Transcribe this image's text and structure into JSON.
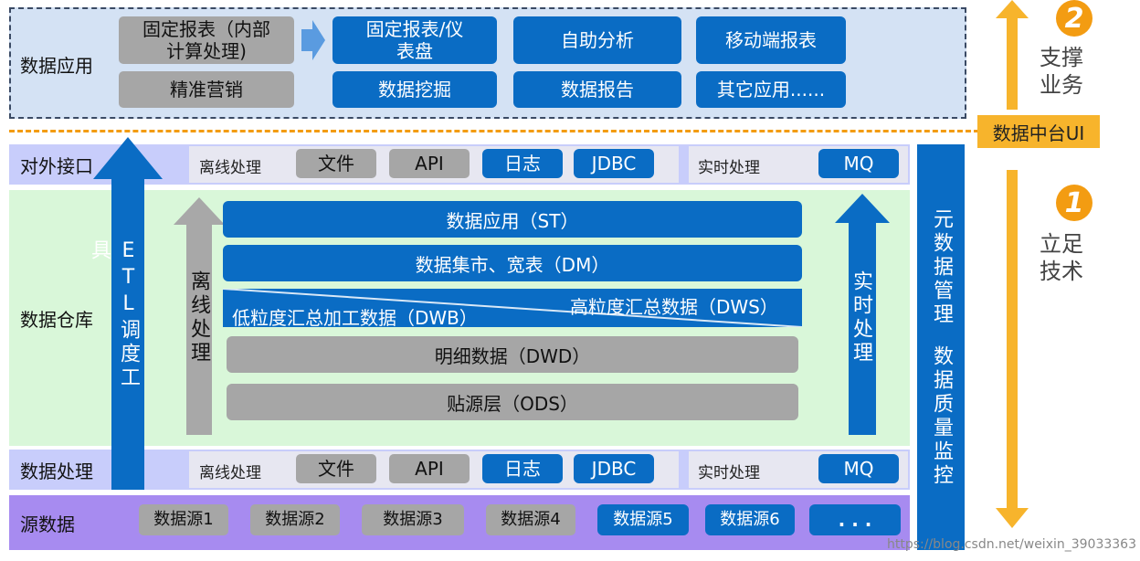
{
  "top": {
    "label": "数据应用",
    "gray_buttons": [
      "固定报表（内部计算处理)",
      "精准营销"
    ],
    "blue_buttons": [
      "固定报表/仪表盘",
      "自助分析",
      "移动端报表",
      "数据挖掘",
      "数据报告",
      "其它应用......"
    ]
  },
  "interface_row": {
    "label": "对外接口",
    "offline_label": "离线处理",
    "offline_items": [
      "文件",
      "API",
      "日志",
      "JDBC"
    ],
    "realtime_label": "实时处理",
    "realtime_item": "MQ"
  },
  "warehouse": {
    "label": "数据仓库",
    "offline_arrow": "离线处理",
    "realtime_arrow": "实时处理",
    "layers": {
      "st": "数据应用（ST）",
      "dm": "数据集市、宽表（DM）",
      "dwb": "低粒度汇总加工数据（DWB）",
      "dws": "高粒度汇总数据（DWS）",
      "dwd": "明细数据（DWD）",
      "ods": "贴源层（ODS）"
    }
  },
  "processing_row": {
    "label": "数据处理",
    "offline_label": "离线处理",
    "offline_items": [
      "文件",
      "API",
      "日志",
      "JDBC"
    ],
    "realtime_label": "实时处理",
    "realtime_item": "MQ"
  },
  "source_row": {
    "label": "源数据",
    "items": [
      "数据源1",
      "数据源2",
      "数据源3",
      "数据源4",
      "数据源5",
      "数据源6",
      ". . ."
    ]
  },
  "etl_arrow": "ETL调度工具",
  "right_column": {
    "top": "元数据管理",
    "bottom": "数据质量监控"
  },
  "side": {
    "circle_2": "2",
    "circle_1": "1",
    "support": "支撑业务",
    "foundation": "立足技术",
    "ui_bar": "数据中台UI"
  },
  "watermark": "https://blog.csdn.net/weixin_39033363",
  "colors": {
    "blue": "#0a6cc4",
    "gray": "#a6a6a6",
    "orange": "#f39c12",
    "mint": "#d9f7d9",
    "violet": "#a78bf0",
    "lavender": "#c8cdfb",
    "top_bg": "#d4e2f4"
  }
}
